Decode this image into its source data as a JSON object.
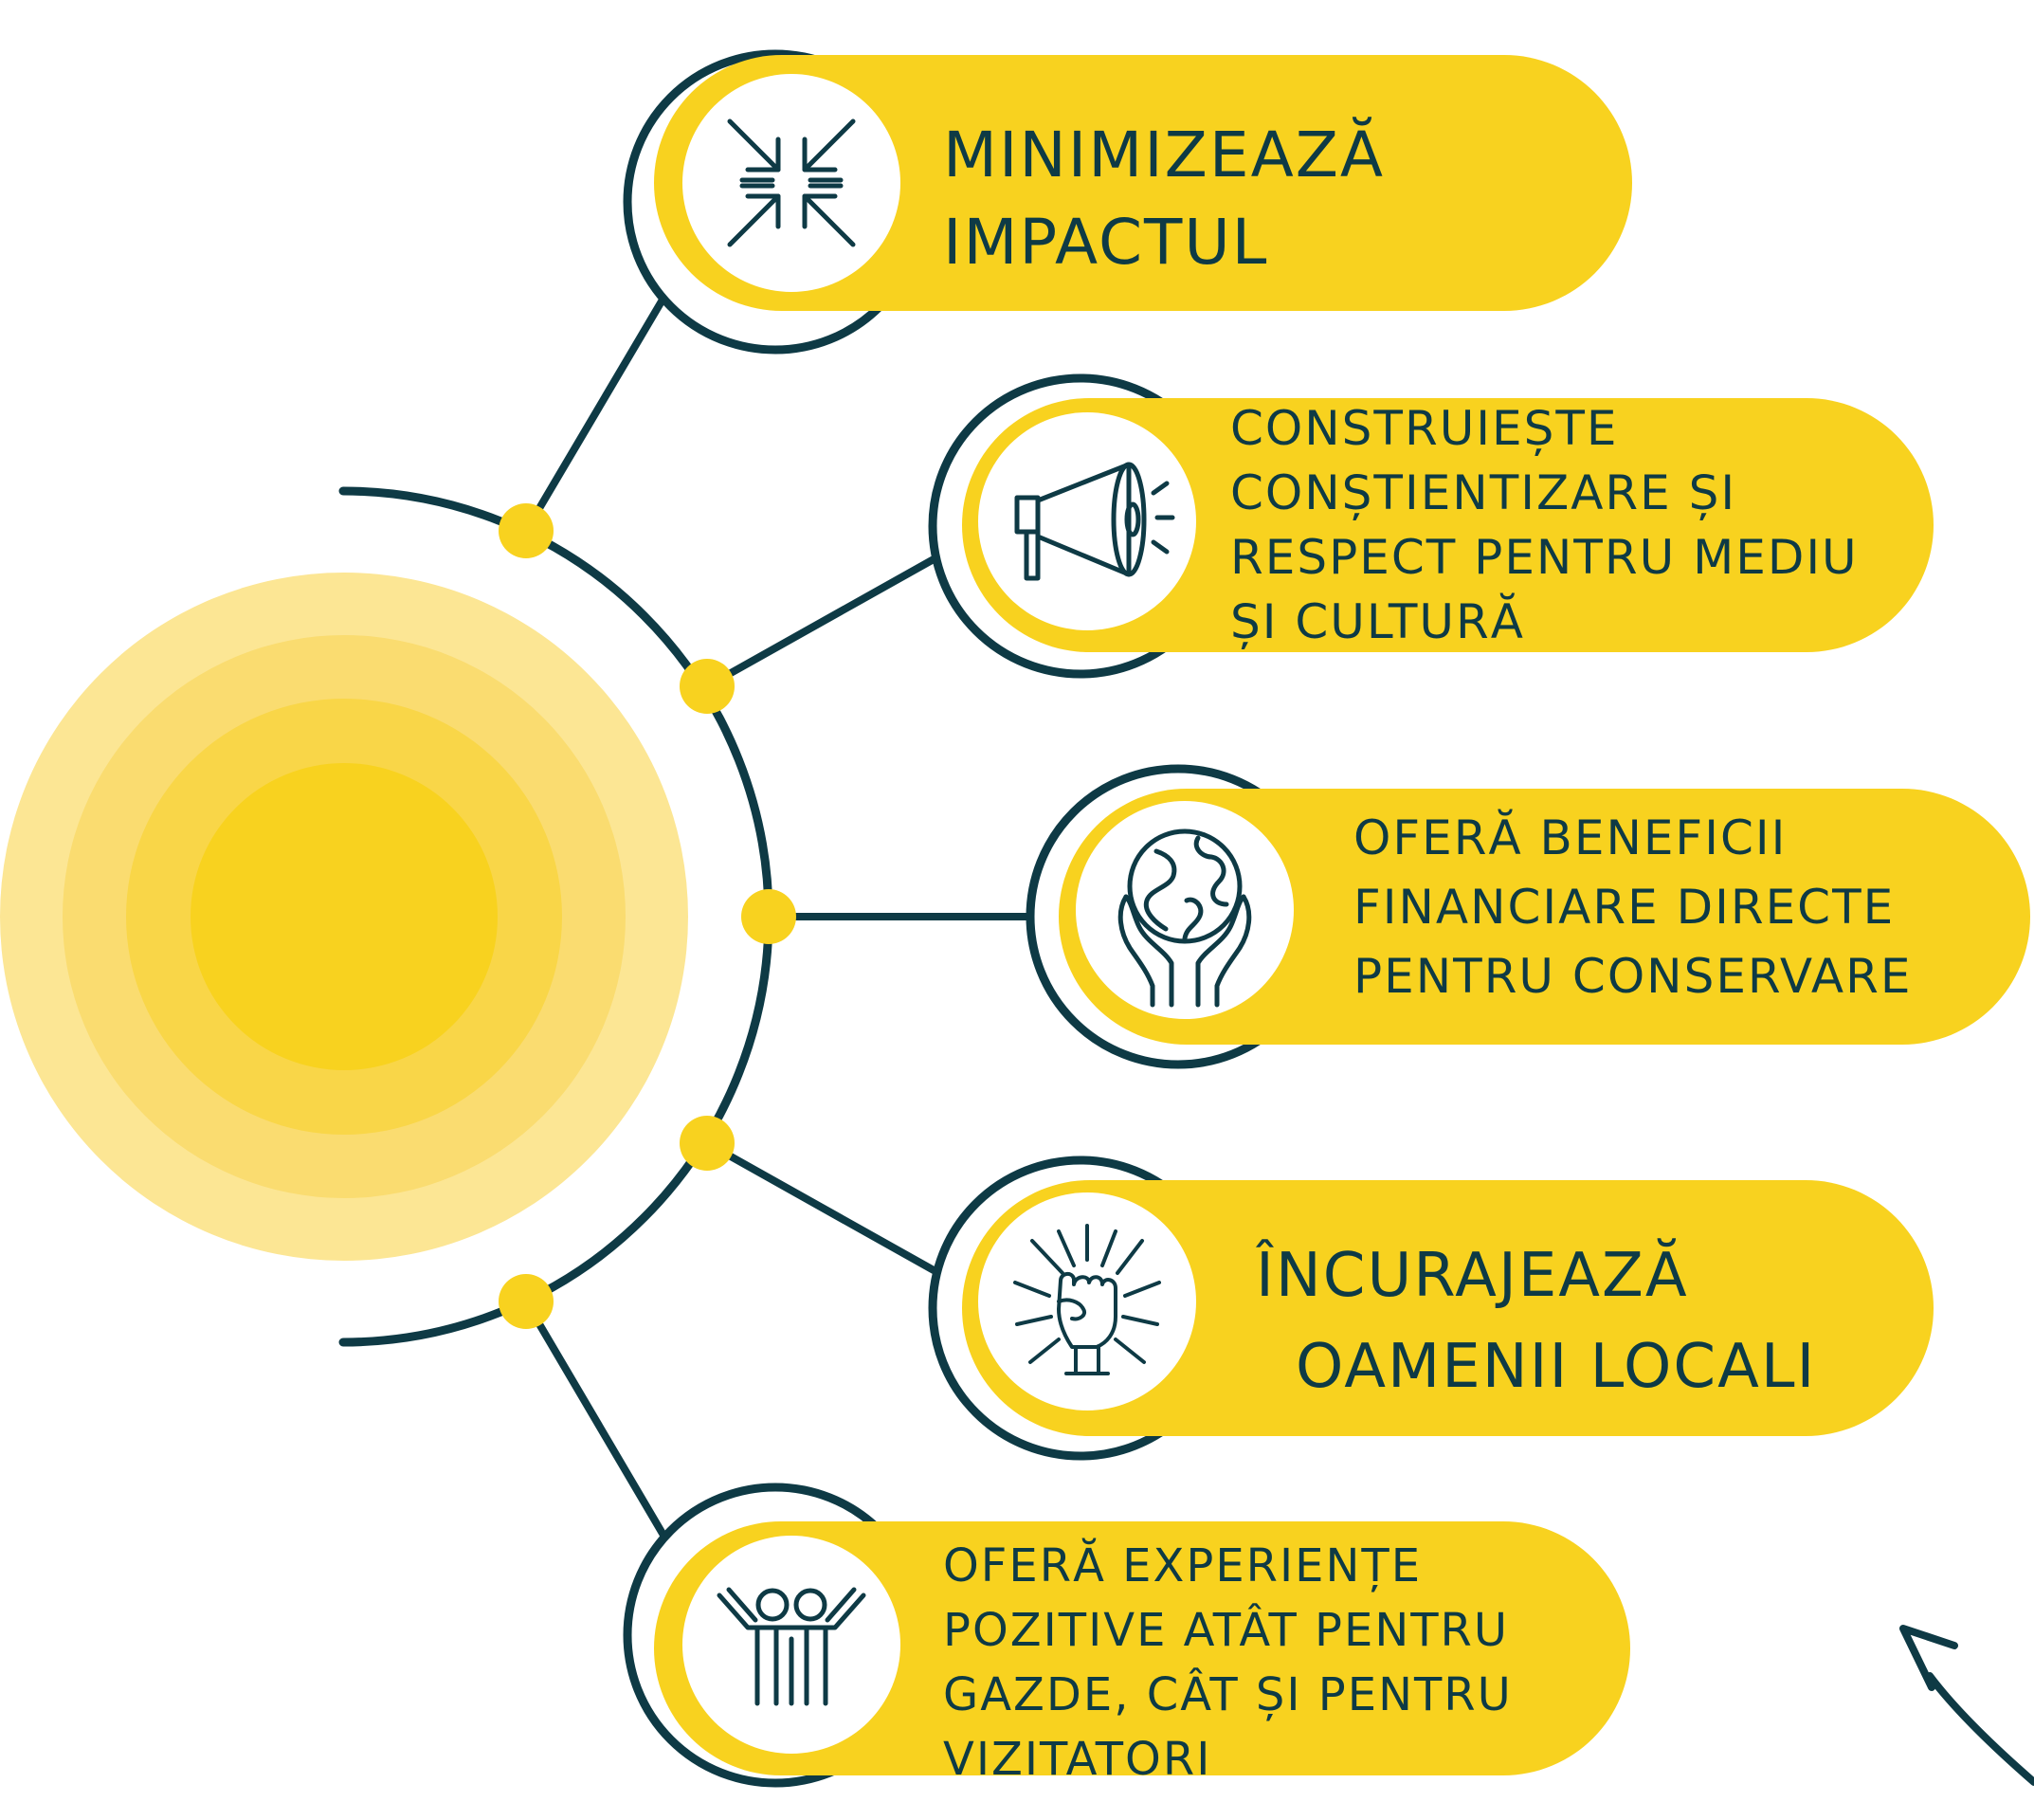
{
  "colors": {
    "accent_yellow": "#f8d21f",
    "dark_teal": "#0e3a45",
    "halo_outer": "#fce694",
    "halo_mid1": "#fadc70",
    "halo_mid2": "#f9d648",
    "halo_core": "#f8d21f",
    "background": "#ffffff"
  },
  "items": [
    {
      "icon": "arrows-inward-icon",
      "lines": [
        "Minimizează",
        "impactul"
      ]
    },
    {
      "icon": "megaphone-icon",
      "lines": [
        "Construiește",
        "conștientizare și",
        "respect pentru mediu",
        "și cultură"
      ]
    },
    {
      "icon": "globe-in-hands-icon",
      "lines": [
        "Oferă beneficii",
        "financiare directe",
        "pentru conservare"
      ]
    },
    {
      "icon": "raised-fist-icon",
      "lines": [
        "Încurajează",
        "oamenii locali"
      ]
    },
    {
      "icon": "two-people-cheering-icon",
      "lines": [
        "Oferă experiențe",
        "pozitive atât pentru",
        "gazde, cât și pentru",
        "vizitatori"
      ]
    }
  ],
  "decorations": {
    "corner_arrow_icon": "curved-arrow-icon"
  }
}
